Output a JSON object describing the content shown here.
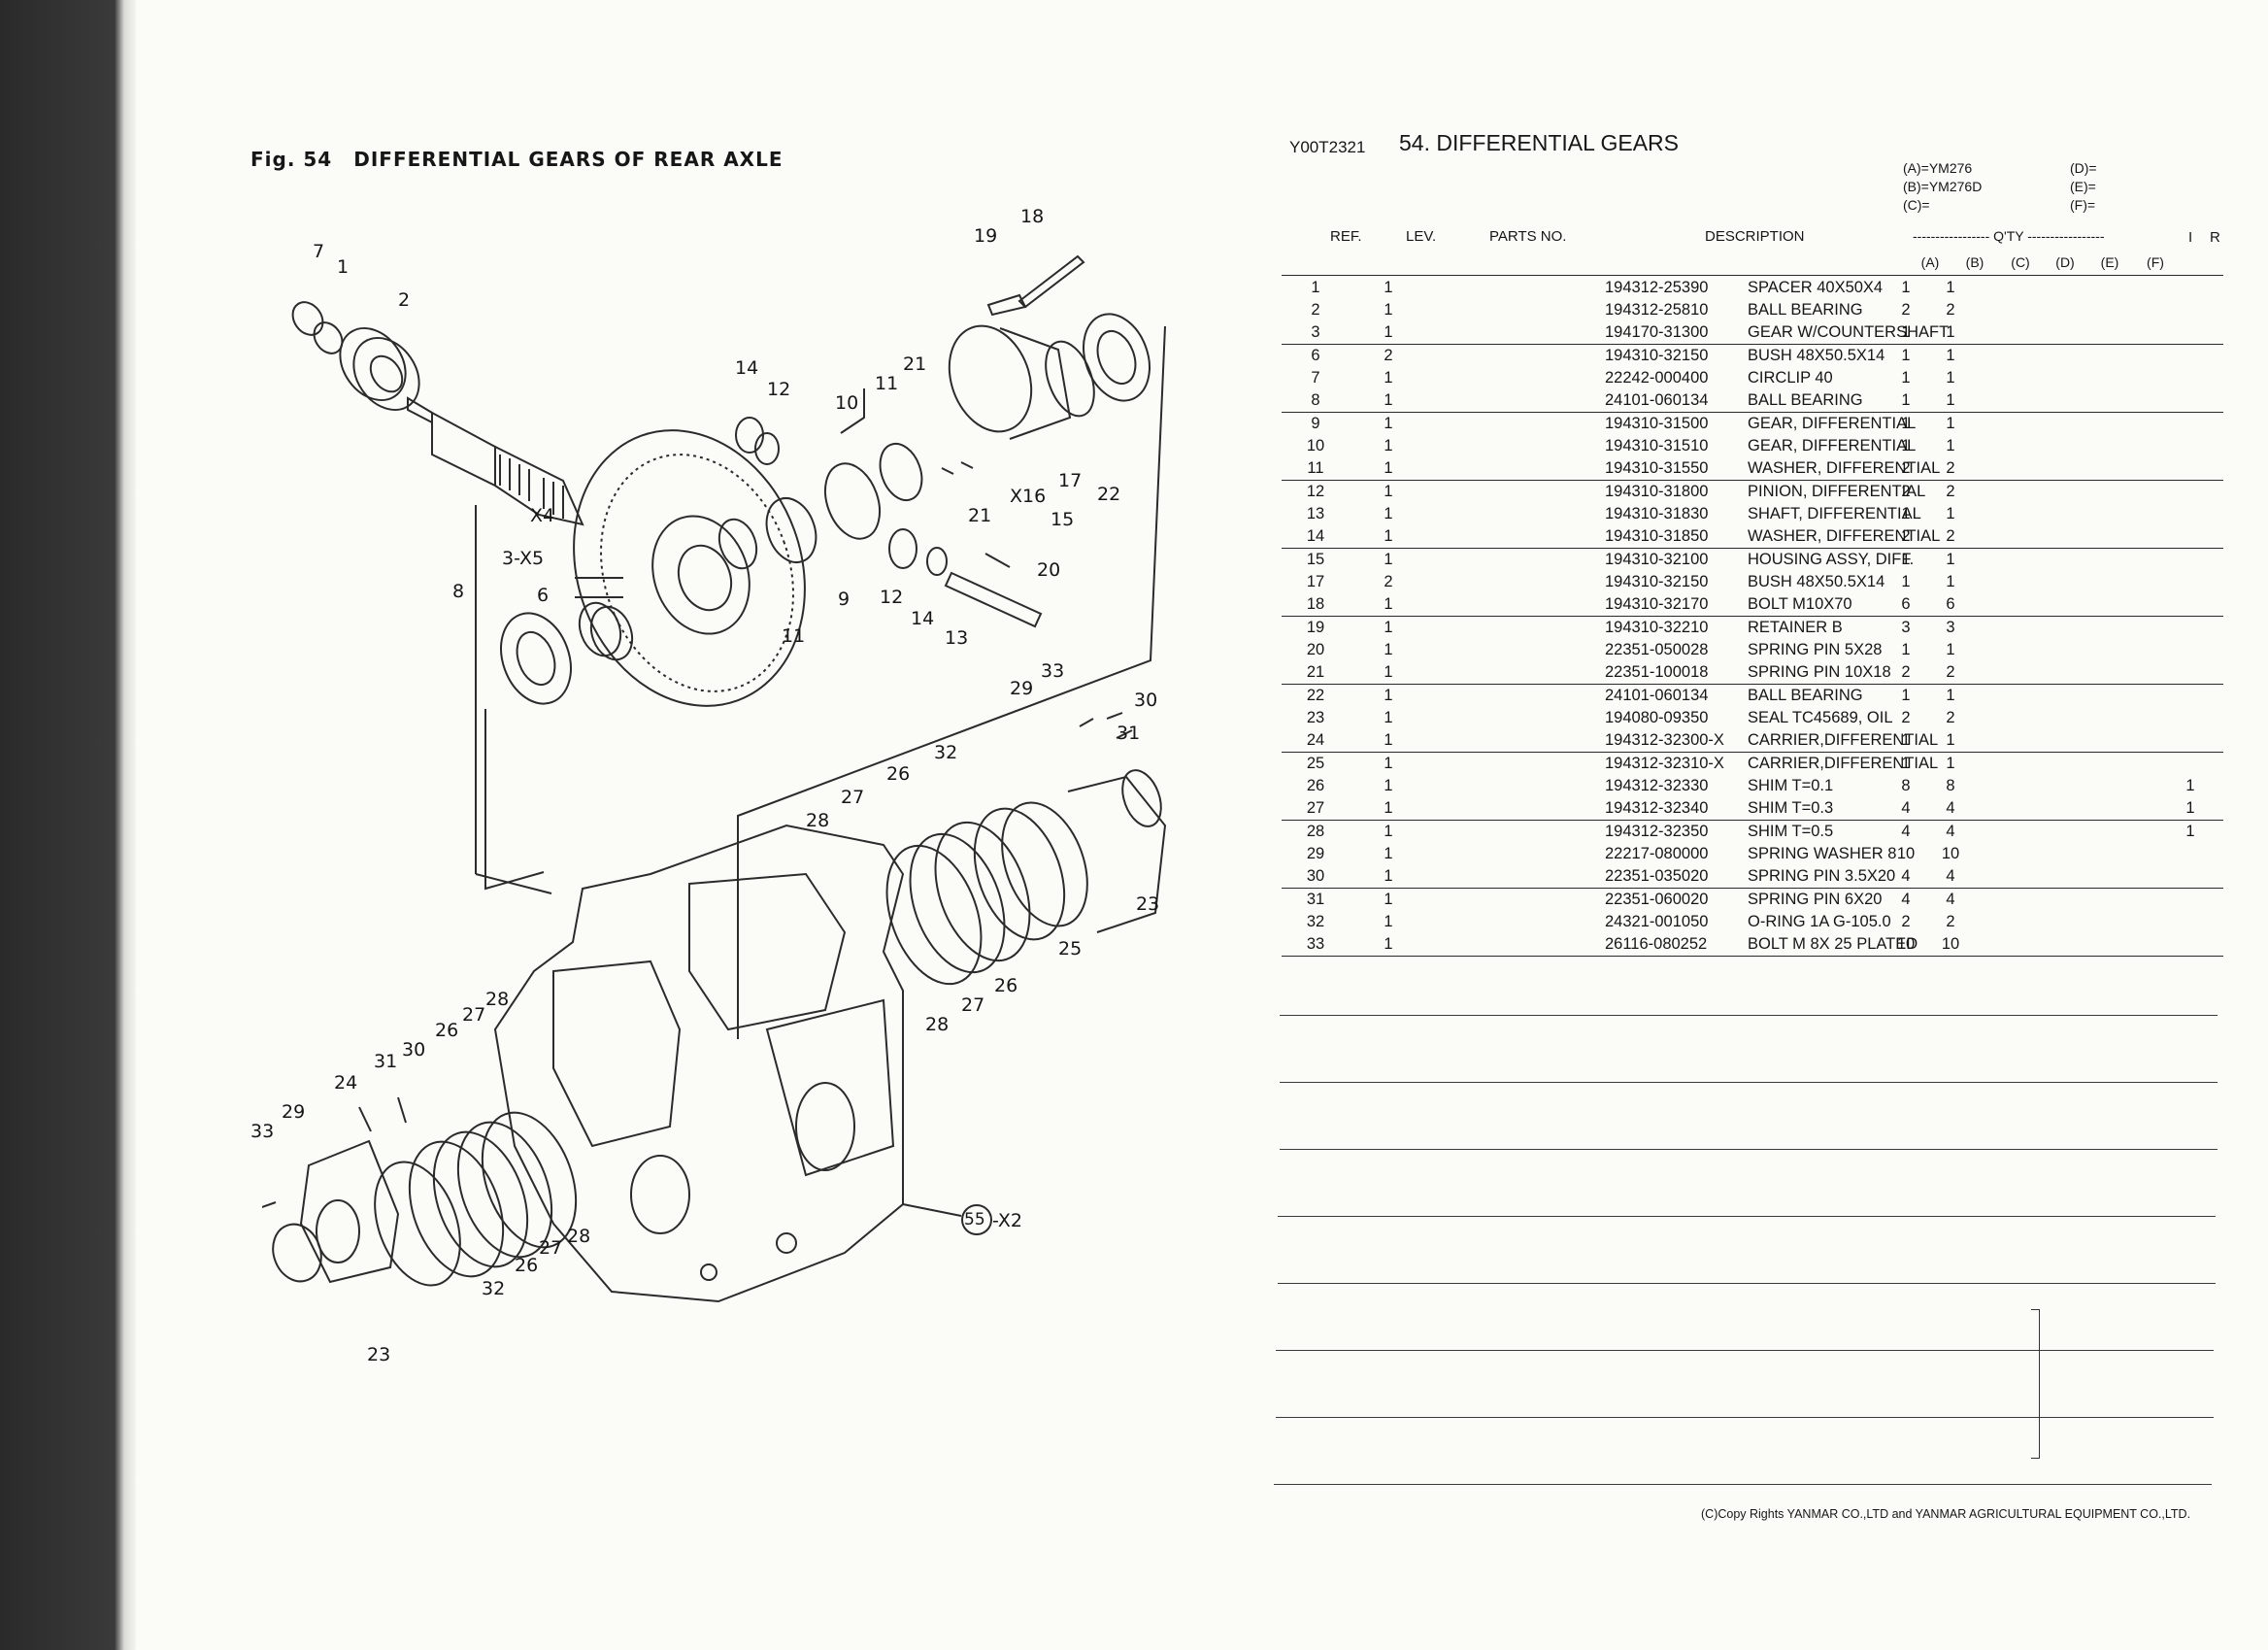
{
  "figure": {
    "title_no": "Fig. 54",
    "title_text": "DIFFERENTIAL GEARS OF REAR AXLE",
    "callouts": [
      "7",
      "1",
      "2",
      "18",
      "19",
      "14",
      "12",
      "11",
      "21",
      "10",
      "17",
      "X16",
      "15",
      "22",
      "X4",
      "3-X5",
      "6",
      "8",
      "11",
      "9",
      "12",
      "14",
      "13",
      "20",
      "21",
      "29",
      "33",
      "30",
      "31",
      "32",
      "26",
      "27",
      "28",
      "23",
      "25",
      "26",
      "27",
      "28",
      "28",
      "27",
      "26",
      "30",
      "31",
      "24",
      "33",
      "29",
      "23",
      "32",
      "26",
      "27",
      "28",
      "55",
      "-X2"
    ]
  },
  "doc_code": "Y00T2321",
  "section_title": "54. DIFFERENTIAL GEARS",
  "models": {
    "a": "(A)=YM276",
    "b": "(B)=YM276D",
    "c": "(C)=",
    "d": "(D)=",
    "e": "(E)=",
    "f": "(F)="
  },
  "headers": {
    "ref": "REF.",
    "lev": "LEV.",
    "parts_no": "PARTS NO.",
    "description": "DESCRIPTION",
    "qty": "----------------- Q'TY -----------------",
    "i": "I",
    "r": "R",
    "qty_cols": [
      "(A)",
      "(B)",
      "(C)",
      "(D)",
      "(E)",
      "(F)"
    ]
  },
  "rows": [
    {
      "ref": "1",
      "lev": "1",
      "pn": "194312-25390",
      "desc": "SPACER 40X50X4",
      "qa": "1",
      "qb": "1",
      "ir": ""
    },
    {
      "ref": "2",
      "lev": "1",
      "pn": "194312-25810",
      "desc": "BALL BEARING",
      "qa": "2",
      "qb": "2",
      "ir": ""
    },
    {
      "ref": "3",
      "lev": "1",
      "pn": "194170-31300",
      "desc": "GEAR W/COUNTERSHAFT",
      "qa": "1",
      "qb": "1",
      "ir": ""
    },
    {
      "ref": "6",
      "lev": "2",
      "pn": "194310-32150",
      "desc": "BUSH 48X50.5X14",
      "qa": "1",
      "qb": "1",
      "ir": ""
    },
    {
      "ref": "7",
      "lev": "1",
      "pn": "22242-000400",
      "desc": "CIRCLIP  40",
      "qa": "1",
      "qb": "1",
      "ir": ""
    },
    {
      "ref": "8",
      "lev": "1",
      "pn": "24101-060134",
      "desc": "BALL BEARING",
      "qa": "1",
      "qb": "1",
      "ir": ""
    },
    {
      "ref": "9",
      "lev": "1",
      "pn": "194310-31500",
      "desc": "GEAR, DIFFERENTIAL",
      "qa": "1",
      "qb": "1",
      "ir": ""
    },
    {
      "ref": "10",
      "lev": "1",
      "pn": "194310-31510",
      "desc": "GEAR, DIFFERENTIAL",
      "qa": "1",
      "qb": "1",
      "ir": ""
    },
    {
      "ref": "11",
      "lev": "1",
      "pn": "194310-31550",
      "desc": "WASHER, DIFFERENTIAL",
      "qa": "2",
      "qb": "2",
      "ir": ""
    },
    {
      "ref": "12",
      "lev": "1",
      "pn": "194310-31800",
      "desc": "PINION, DIFFERENTIAL",
      "qa": "2",
      "qb": "2",
      "ir": ""
    },
    {
      "ref": "13",
      "lev": "1",
      "pn": "194310-31830",
      "desc": "SHAFT, DIFFERENTIAL",
      "qa": "1",
      "qb": "1",
      "ir": ""
    },
    {
      "ref": "14",
      "lev": "1",
      "pn": "194310-31850",
      "desc": "WASHER, DIFFERENTIAL",
      "qa": "2",
      "qb": "2",
      "ir": ""
    },
    {
      "ref": "15",
      "lev": "1",
      "pn": "194310-32100",
      "desc": "HOUSING ASSY, DIFF.",
      "qa": "1",
      "qb": "1",
      "ir": ""
    },
    {
      "ref": "17",
      "lev": "2",
      "pn": "194310-32150",
      "desc": "BUSH 48X50.5X14",
      "qa": "1",
      "qb": "1",
      "ir": ""
    },
    {
      "ref": "18",
      "lev": "1",
      "pn": "194310-32170",
      "desc": "BOLT M10X70",
      "qa": "6",
      "qb": "6",
      "ir": ""
    },
    {
      "ref": "19",
      "lev": "1",
      "pn": "194310-32210",
      "desc": "RETAINER B",
      "qa": "3",
      "qb": "3",
      "ir": ""
    },
    {
      "ref": "20",
      "lev": "1",
      "pn": "22351-050028",
      "desc": "SPRING PIN 5X28",
      "qa": "1",
      "qb": "1",
      "ir": ""
    },
    {
      "ref": "21",
      "lev": "1",
      "pn": "22351-100018",
      "desc": "SPRING PIN 10X18",
      "qa": "2",
      "qb": "2",
      "ir": ""
    },
    {
      "ref": "22",
      "lev": "1",
      "pn": "24101-060134",
      "desc": "BALL BEARING",
      "qa": "1",
      "qb": "1",
      "ir": ""
    },
    {
      "ref": "23",
      "lev": "1",
      "pn": "194080-09350",
      "desc": "SEAL TC45689, OIL",
      "qa": "2",
      "qb": "2",
      "ir": ""
    },
    {
      "ref": "24",
      "lev": "1",
      "pn": "194312-32300-X",
      "desc": "CARRIER,DIFFERENTIAL",
      "qa": "1",
      "qb": "1",
      "ir": ""
    },
    {
      "ref": "25",
      "lev": "1",
      "pn": "194312-32310-X",
      "desc": "CARRIER,DIFFERENTIAL",
      "qa": "1",
      "qb": "1",
      "ir": ""
    },
    {
      "ref": "26",
      "lev": "1",
      "pn": "194312-32330",
      "desc": "SHIM T=0.1",
      "qa": "8",
      "qb": "8",
      "ir": "1"
    },
    {
      "ref": "27",
      "lev": "1",
      "pn": "194312-32340",
      "desc": "SHIM T=0.3",
      "qa": "4",
      "qb": "4",
      "ir": "1"
    },
    {
      "ref": "28",
      "lev": "1",
      "pn": "194312-32350",
      "desc": "SHIM T=0.5",
      "qa": "4",
      "qb": "4",
      "ir": "1"
    },
    {
      "ref": "29",
      "lev": "1",
      "pn": "22217-080000",
      "desc": "SPRING WASHER  8",
      "qa": "10",
      "qb": "10",
      "ir": ""
    },
    {
      "ref": "30",
      "lev": "1",
      "pn": "22351-035020",
      "desc": "SPRING PIN 3.5X20",
      "qa": "4",
      "qb": "4",
      "ir": ""
    },
    {
      "ref": "31",
      "lev": "1",
      "pn": "22351-060020",
      "desc": "SPRING PIN 6X20",
      "qa": "4",
      "qb": "4",
      "ir": ""
    },
    {
      "ref": "32",
      "lev": "1",
      "pn": "24321-001050",
      "desc": "O-RING 1A G-105.0",
      "qa": "2",
      "qb": "2",
      "ir": ""
    },
    {
      "ref": "33",
      "lev": "1",
      "pn": "26116-080252",
      "desc": "BOLT M 8X 25 PLATED",
      "qa": "10",
      "qb": "10",
      "ir": ""
    }
  ],
  "copyright": "(C)Copy Rights  YANMAR CO.,LTD and YANMAR AGRICULTURAL EQUIPMENT CO.,LTD."
}
